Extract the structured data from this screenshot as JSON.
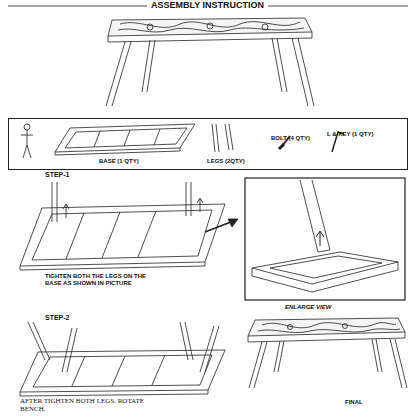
{
  "diagram": {
    "title": "ASSEMBLY INSTRUCTION",
    "nodes": [
      {
        "text": [
          "BASE (1 QTY)",
          "LEGS (2QTY)",
          "BOLT (4 QTY)",
          "L & KEY (1 QTY)"
        ]
      },
      {
        "text": [
          "ENLARGE VIEW"
        ]
      }
    ],
    "labels": [
      "STEP-1",
      "TIGHTEN BOTH THE LEGS ON THE BASE AS SHOWN IN PICTURE",
      "STEP-2",
      "AFTER TIGHTEN BOTH LEGS. ROTATE BENCH.",
      "FINAL"
    ]
  }
}
